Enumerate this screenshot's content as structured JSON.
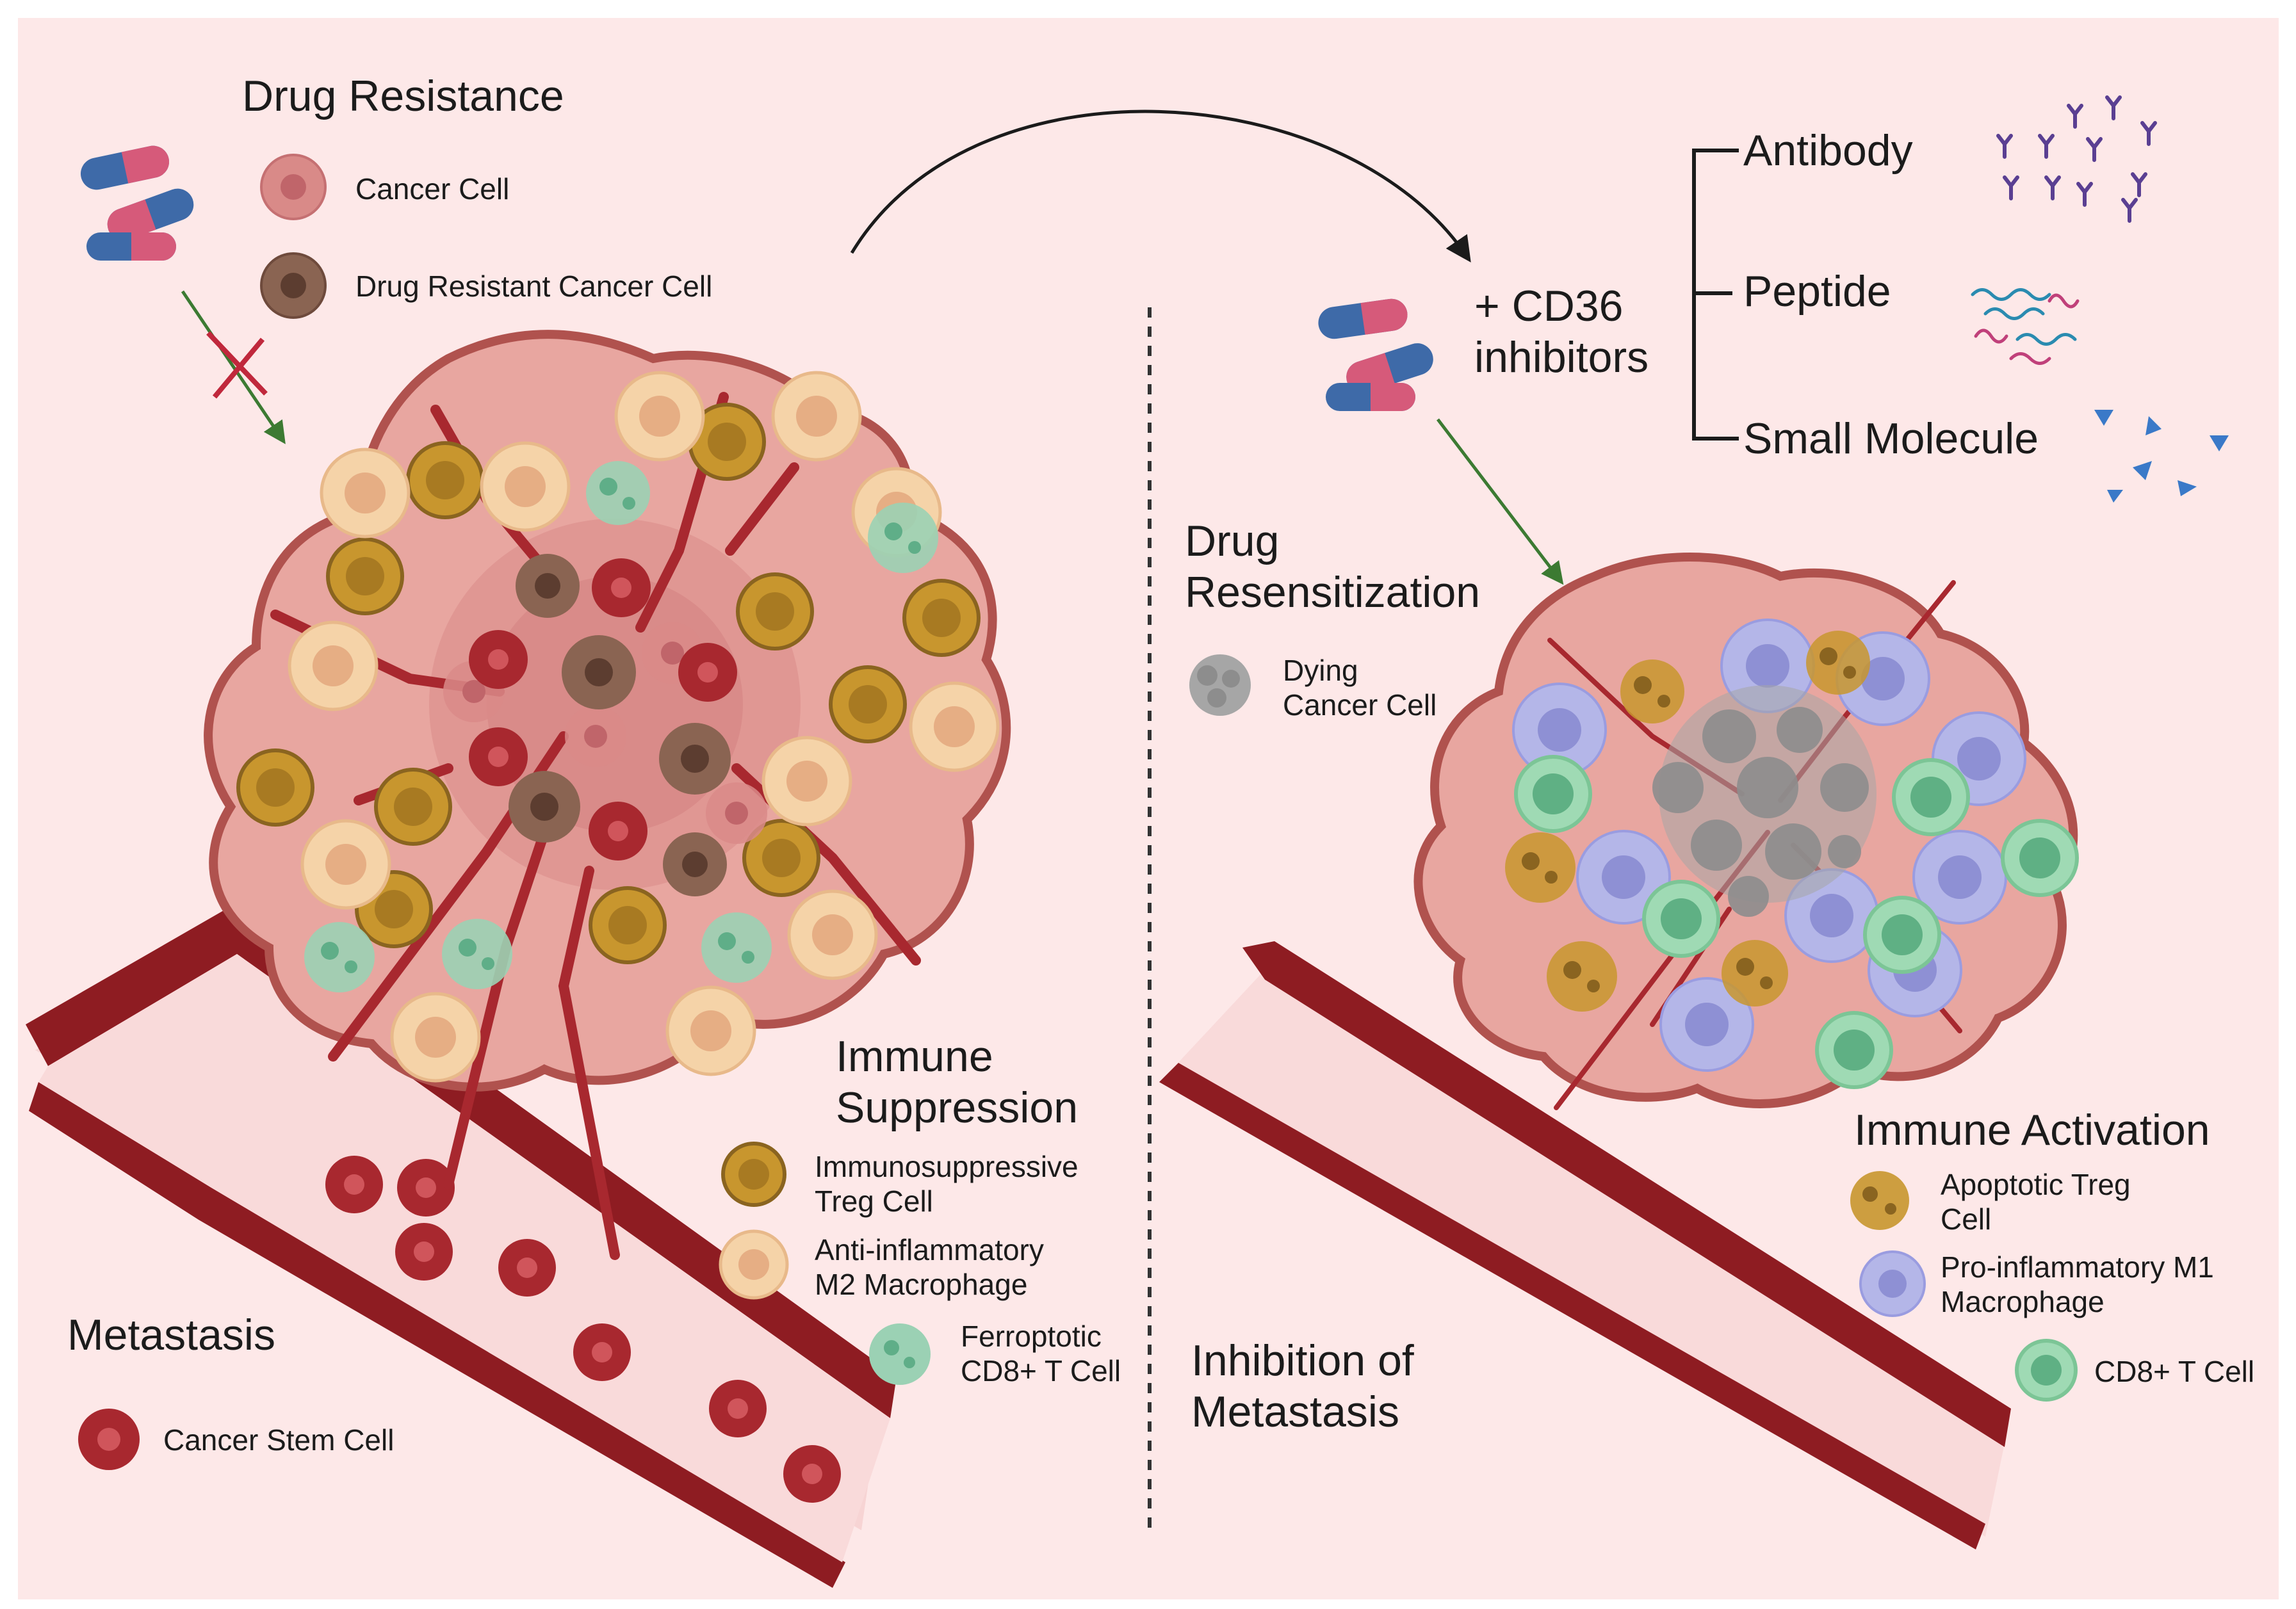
{
  "left": {
    "drug_resistance_title": "Drug Resistance",
    "cancer_cell_label": "Cancer Cell",
    "drug_resistant_label": "Drug Resistant Cancer Cell",
    "immune_suppression_title": "Immune\nSuppression",
    "treg_label": "Immunosuppressive\nTreg Cell",
    "m2_label": "Anti-inflammatory\nM2 Macrophage",
    "ferroptotic_label": "Ferroptotic\nCD8+ T Cell",
    "metastasis_title": "Metastasis",
    "stem_cell_label": "Cancer Stem Cell"
  },
  "right": {
    "cd36_label": "+ CD36\ninhibitors",
    "antibody_label": "Antibody",
    "peptide_label": "Peptide",
    "small_molecule_label": "Small Molecule",
    "resensitization_title": "Drug\nResensitization",
    "dying_label": "Dying\nCancer Cell",
    "immune_activation_title": "Immune Activation",
    "apoptotic_treg_label": "Apoptotic Treg\nCell",
    "m1_label": "Pro-inflammatory M1\nMacrophage",
    "cd8_label": "CD8+ T Cell",
    "inhibition_title": "Inhibition of\nMetastasis"
  },
  "colors": {
    "background": "#fde8e8",
    "tumor_fill": "#e8a6a0",
    "tumor_edge": "#b0524e",
    "vessel_dark": "#8e1c22",
    "vessel_light": "#f7d4d4",
    "treg": "#c8962e",
    "m2": "#f5d3a8",
    "ferroptotic": "#9bd1b4",
    "cancer_cell": "#d98a88",
    "resistant_cell": "#8a6452",
    "stem_cell": "#a8282f",
    "dying_cell": "#8d8d8d",
    "m1": "#b4b6e8",
    "cd8": "#9fdab4",
    "pill_blue": "#3e6aa8",
    "pill_red": "#d65a7a",
    "antibody": "#5a3f92",
    "peptide_blue": "#2a8bb0",
    "peptide_pink": "#c0407a",
    "small_molecule": "#3a79c8",
    "arrow_green": "#3c7a32",
    "block_red": "#c0283c"
  }
}
